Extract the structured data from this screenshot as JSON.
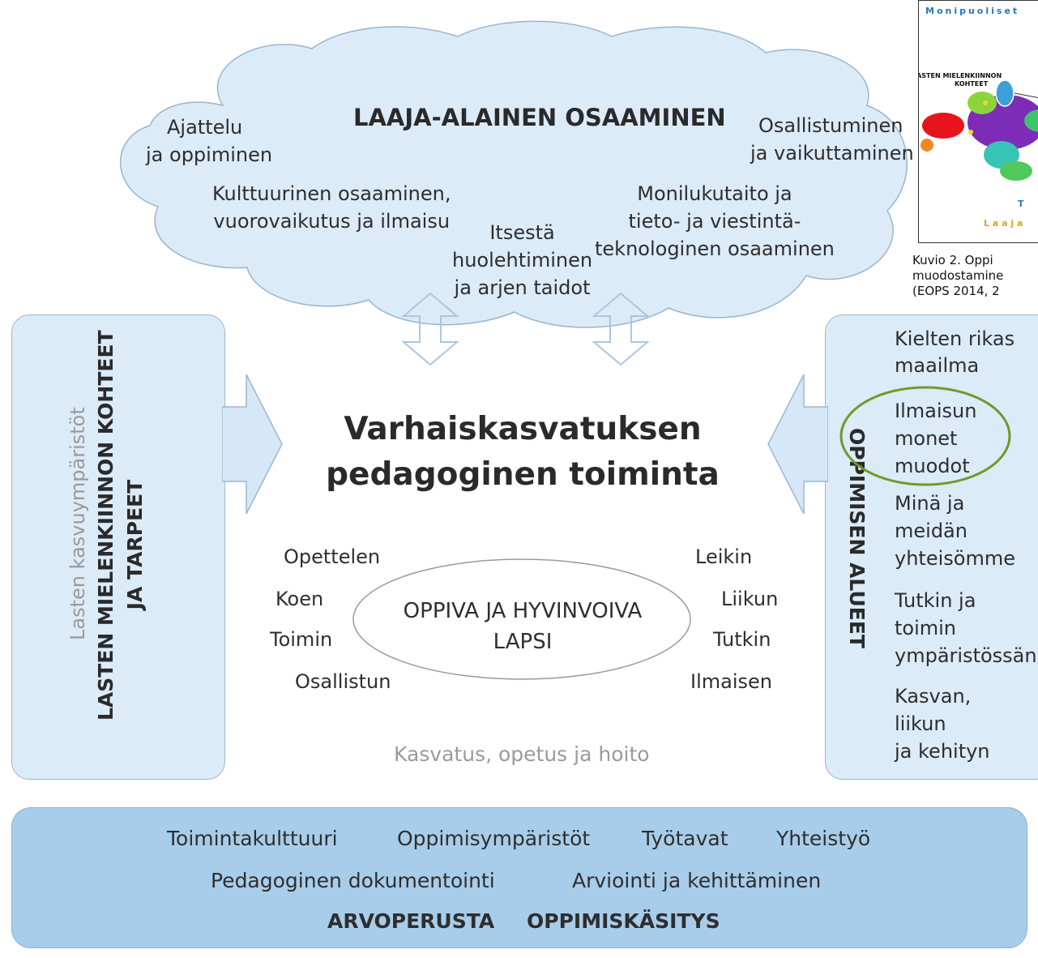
{
  "cloud": {
    "title": "LAAJA-ALAINEN OSAAMINEN",
    "competences": [
      [
        "Ajattelu",
        "ja oppiminen"
      ],
      [
        "Osallistuminen",
        "ja vaikuttaminen"
      ],
      [
        "Kulttuurinen osaaminen,",
        "vuorovaikutus ja ilmaisu"
      ],
      [
        "Monilukutaito ja",
        "tieto- ja viestintä-",
        "teknologinen osaaminen"
      ],
      [
        "Itsestä",
        "huolehtiminen",
        "ja arjen taidot"
      ]
    ]
  },
  "left_panel": {
    "subtitle": "Lasten kasvuympäristöt",
    "title_lines": [
      "LASTEN MIELENKIINNON KOHTEET",
      "JA TARPEET"
    ]
  },
  "center": {
    "title_lines": [
      "Varhaiskasvatuksen",
      "pedagoginen toiminta"
    ],
    "verbs_left": [
      "Opettelen",
      "Koen",
      "Toimin",
      "Osallistun"
    ],
    "verbs_right": [
      "Leikin",
      "Liikun",
      "Tutkin",
      "Ilmaisen"
    ],
    "child_lines": [
      "OPPIVA JA HYVINVOIVA",
      "LAPSI"
    ],
    "footer": "Kasvatus, opetus ja hoito"
  },
  "right_panel": {
    "title": "OPPIMISEN ALUEET",
    "areas": [
      [
        "Kielten rikas",
        "maailma"
      ],
      [
        "Ilmaisun",
        "monet",
        "muodot"
      ],
      [
        "Minä ja",
        "meidän",
        "yhteisömme"
      ],
      [
        "Tutkin ja",
        "toimin",
        "ympäristössäni"
      ],
      [
        "Kasvan,",
        "liikun",
        "ja kehityn"
      ]
    ],
    "highlight_color": "#6f9a2b"
  },
  "bottom": {
    "row1": [
      "Toimintakulttuuri",
      "Oppimisympäristöt",
      "Työtavat",
      "Yhteistyö"
    ],
    "row2": [
      "Pedagoginen dokumentointi",
      "Arviointi ja kehittäminen"
    ],
    "row3": [
      "ARVOPERUSTA",
      "OPPIMISKÄSITYS"
    ]
  },
  "inset": {
    "header": "Monipuoliset",
    "label_lines": [
      "LASTEN MIELENKIINNON",
      "KOHTEET"
    ],
    "footer_letter": "T",
    "footer_word": "L a a j a",
    "caption_lines": [
      "Kuvio 2. Oppi",
      "muodostamine",
      "(EOPS 2014, 2"
    ]
  },
  "colors": {
    "panel_fill": "#dcebf8",
    "bottom_fill": "#a8cdea",
    "arrow_fill": "#d6e8f7",
    "inset_header": "#2e74b5"
  }
}
